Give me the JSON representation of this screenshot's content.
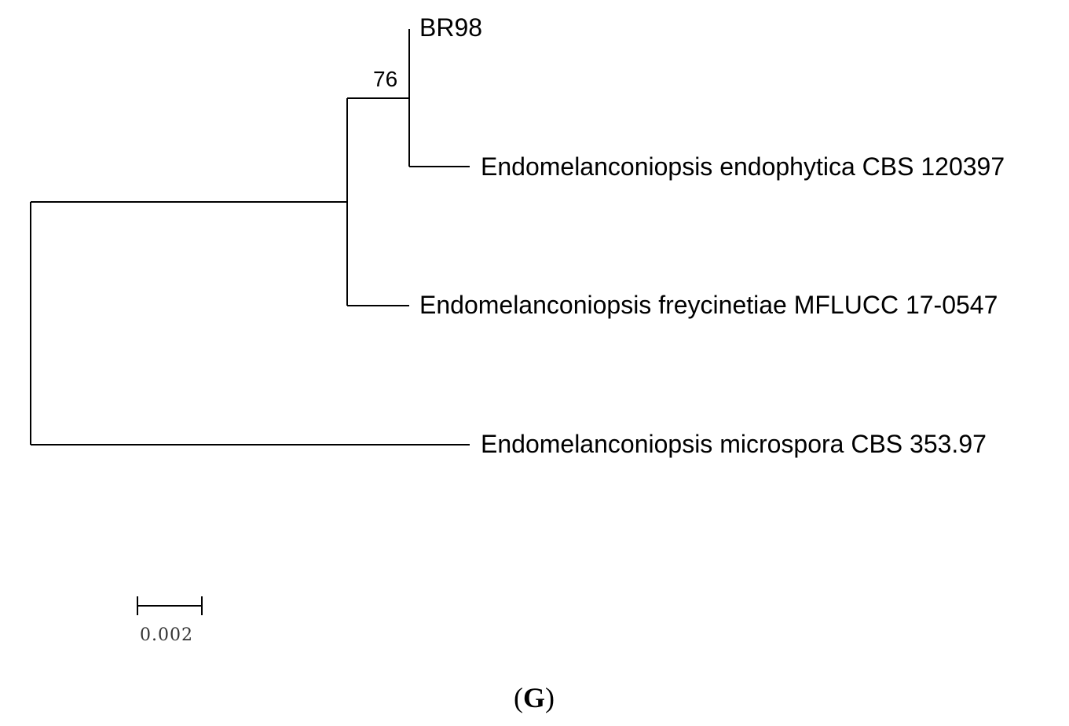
{
  "tree": {
    "taxa": {
      "br98": "BR98",
      "endophytica": "Endomelanconiopsis endophytica CBS 120397",
      "freycinetiae": "Endomelanconiopsis freycinetiae MFLUCC 17-0547",
      "microspora": "Endomelanconiopsis microspora CBS 353.97"
    },
    "support_values": {
      "br98_endophytica_clade": "76"
    },
    "scale_bar": {
      "label": "0.002"
    }
  },
  "figure": {
    "panel_label_open": "(",
    "panel_label_letter": "G",
    "panel_label_close": ")"
  }
}
